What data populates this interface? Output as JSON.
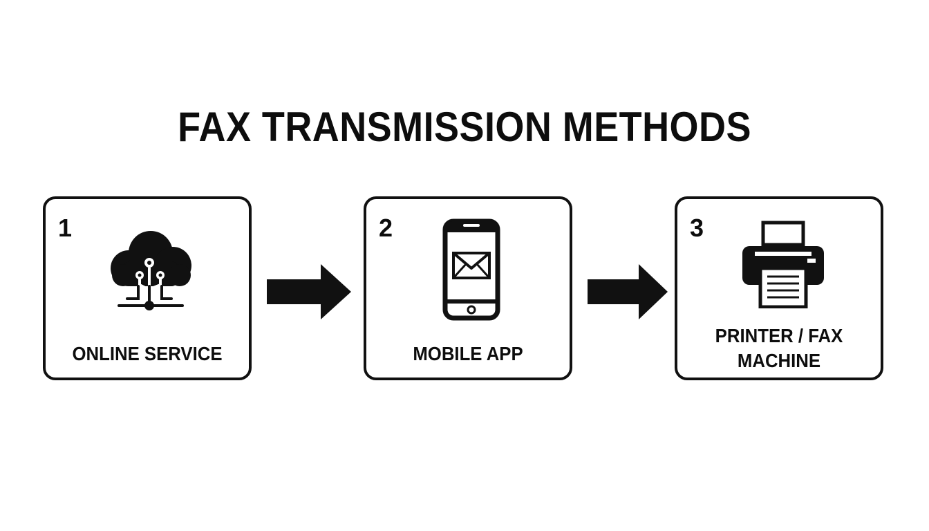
{
  "title": "FAX TRANSMISSION METHODS",
  "steps": [
    {
      "number": "1",
      "label": "ONLINE SERVICE",
      "icon": "cloud-network-icon"
    },
    {
      "number": "2",
      "label": "MOBILE APP",
      "icon": "smartphone-mail-icon"
    },
    {
      "number": "3",
      "label_lines": [
        "PRINTER / FAX",
        "MACHINE"
      ],
      "icon": "printer-fax-icon"
    }
  ],
  "arrows": [
    "arrow-right-icon",
    "arrow-right-icon"
  ],
  "colors": {
    "foreground": "#111111",
    "background": "#ffffff"
  }
}
